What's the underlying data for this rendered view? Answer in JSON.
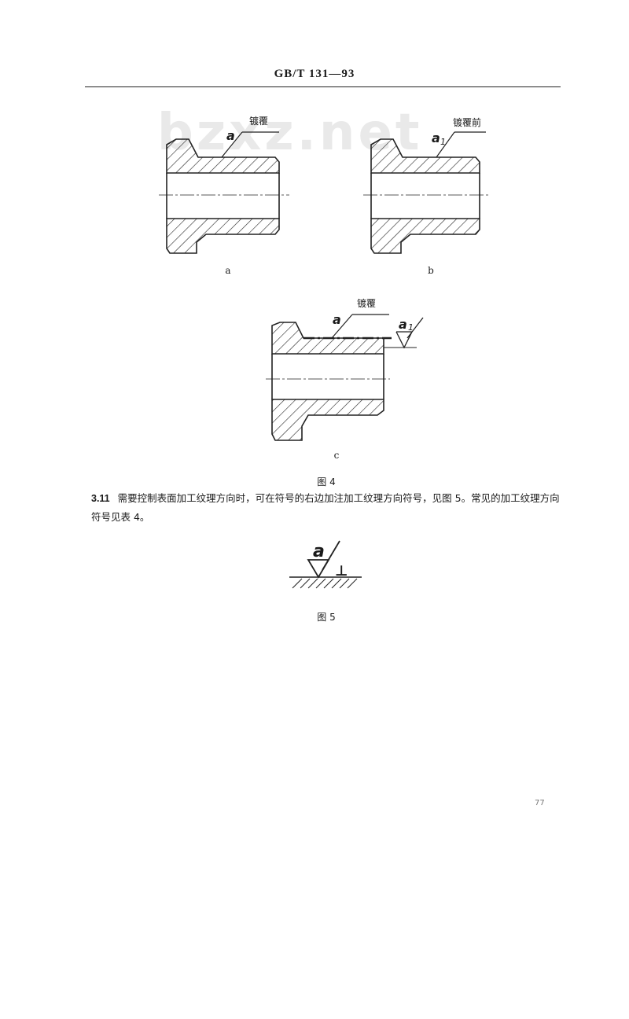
{
  "header": {
    "standard_code": "GB/T 131—93"
  },
  "watermark": {
    "text": "bzxz.net"
  },
  "figure4": {
    "panel_a": {
      "callout_label": "镀覆",
      "symbol_letter": "a",
      "panel_label": "a"
    },
    "panel_b": {
      "callout_label": "镀覆前",
      "symbol_letter": "a",
      "symbol_subscript": "1",
      "panel_label": "b"
    },
    "panel_c": {
      "callout_label": "镀覆",
      "symbol_letter": "a",
      "second_symbol_letter": "a",
      "second_symbol_subscript": "1",
      "panel_label": "c"
    },
    "caption": "图 4"
  },
  "section_3_11": {
    "number": "3.11",
    "text": "需要控制表面加工纹理方向时，可在符号的右边加注加工纹理方向符号，见图 5。常见的加工纹理方向符号见表 4。"
  },
  "figure5": {
    "symbol_letter": "a",
    "lay_symbol": "⊥",
    "caption": "图 5"
  },
  "page_number": "77"
}
